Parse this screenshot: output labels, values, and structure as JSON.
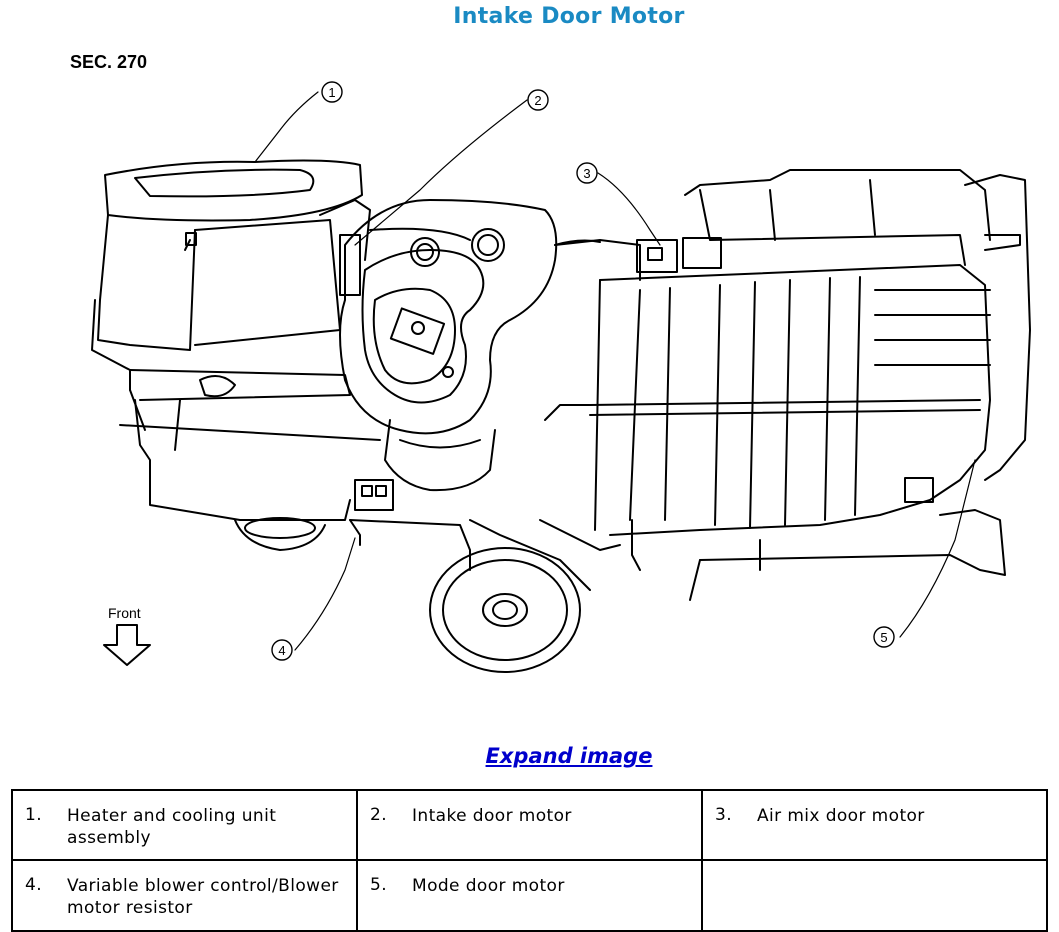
{
  "header": {
    "title": "Intake Door Motor"
  },
  "figure": {
    "section_label": "SEC. 270",
    "front_label": "Front",
    "callouts": [
      "1",
      "2",
      "3",
      "4",
      "5"
    ]
  },
  "expand_link": "Expand image",
  "legend": {
    "rows": [
      [
        {
          "num": "1.",
          "text": "Heater and cooling unit assembly"
        },
        {
          "num": "2.",
          "text": "Intake door motor"
        },
        {
          "num": "3.",
          "text": "Air mix door motor"
        }
      ],
      [
        {
          "num": "4.",
          "text": "Variable blower control/Blower motor resistor"
        },
        {
          "num": "5.",
          "text": "Mode door motor"
        },
        {
          "num": "",
          "text": ""
        }
      ]
    ]
  }
}
